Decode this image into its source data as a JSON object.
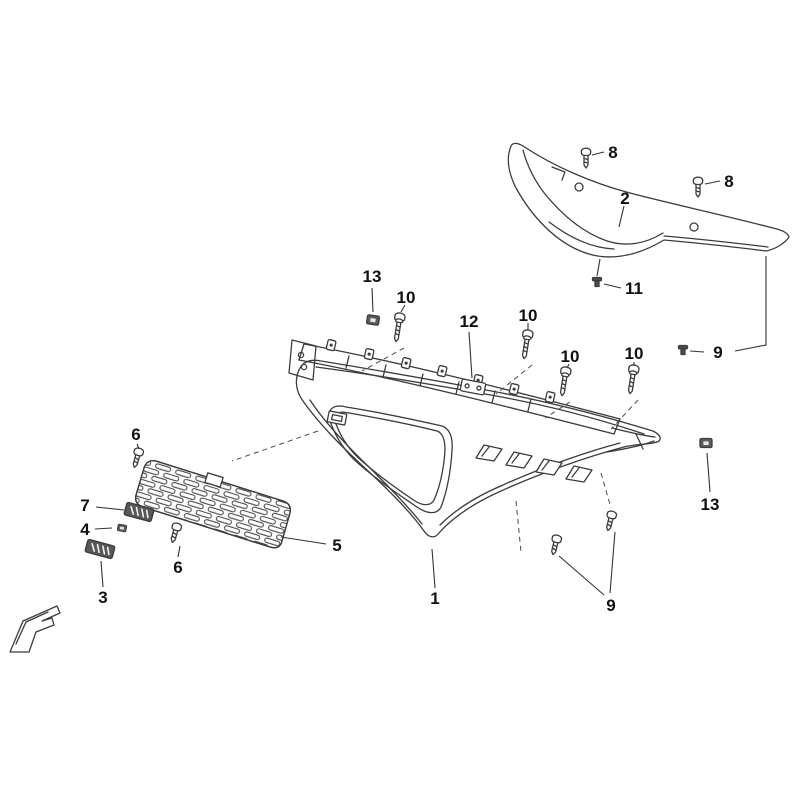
{
  "diagram": {
    "background_color": "#ffffff",
    "line_color": "#3c3c3c",
    "callout_text_color": "#111111",
    "fastener_fill_color": "#4d4d4d",
    "callouts": [
      {
        "id": "callout-8-left",
        "label": "8"
      },
      {
        "id": "callout-8-right",
        "label": "8"
      },
      {
        "id": "callout-2",
        "label": "2"
      },
      {
        "id": "callout-11",
        "label": "11"
      },
      {
        "id": "callout-9-upper",
        "label": "9"
      },
      {
        "id": "callout-13-top",
        "label": "13"
      },
      {
        "id": "callout-10-a",
        "label": "10"
      },
      {
        "id": "callout-12",
        "label": "12"
      },
      {
        "id": "callout-10-b",
        "label": "10"
      },
      {
        "id": "callout-10-c",
        "label": "10"
      },
      {
        "id": "callout-10-d",
        "label": "10"
      },
      {
        "id": "callout-6-upper",
        "label": "6"
      },
      {
        "id": "callout-7",
        "label": "7"
      },
      {
        "id": "callout-4",
        "label": "4"
      },
      {
        "id": "callout-5",
        "label": "5"
      },
      {
        "id": "callout-6-lower",
        "label": "6"
      },
      {
        "id": "callout-3",
        "label": "3"
      },
      {
        "id": "callout-1",
        "label": "1"
      },
      {
        "id": "callout-9-lower",
        "label": "9"
      },
      {
        "id": "callout-13-right",
        "label": "13"
      }
    ]
  }
}
